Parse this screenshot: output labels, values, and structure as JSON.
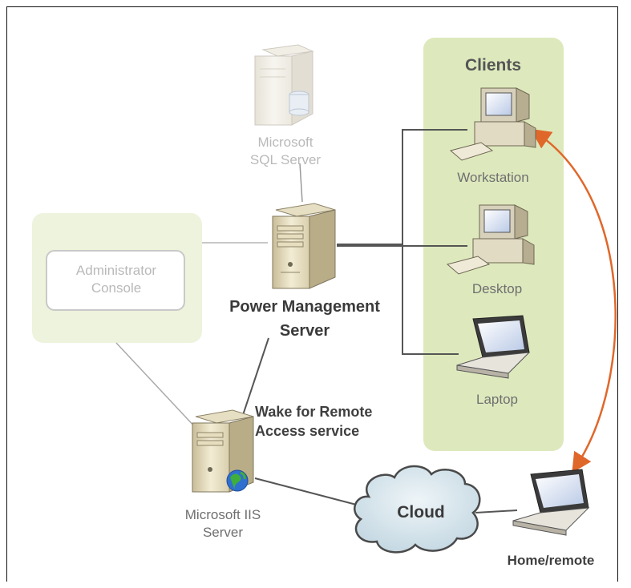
{
  "diagram": {
    "clients_title": "Clients",
    "sql_server": {
      "line1": "Microsoft",
      "line2": "SQL Server"
    },
    "admin_console": {
      "line1": "Administrator",
      "line2": "Console"
    },
    "power_server": {
      "line1": "Power Management",
      "line2": "Server"
    },
    "workstation": "Workstation",
    "desktop": "Desktop",
    "laptop": "Laptop",
    "wake_service": {
      "line1": "Wake for Remote",
      "line2": "Access service"
    },
    "iis_server": {
      "line1": "Microsoft IIS",
      "line2": "Server"
    },
    "cloud": "Cloud",
    "home_remote": "Home/remote"
  },
  "colors": {
    "clients_panel": "#dde9bd",
    "admin_panel": "#edf3dc",
    "arrow": "#e0672a",
    "line": "#555555"
  }
}
